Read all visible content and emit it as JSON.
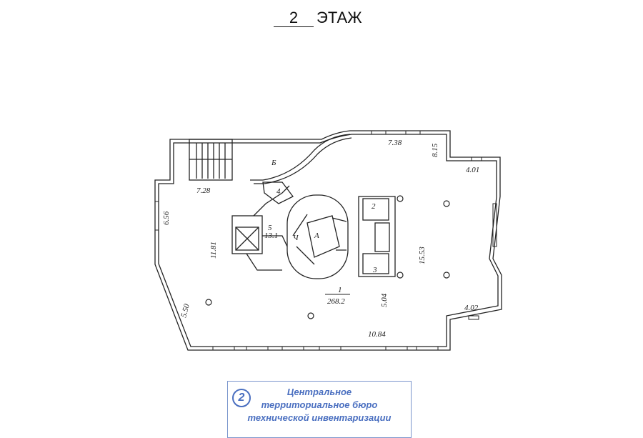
{
  "title": {
    "floor_number": "2",
    "floor_word": "ЭТАЖ"
  },
  "plan": {
    "rooms": [
      {
        "id": "1",
        "area": "268.2"
      },
      {
        "id": "2"
      },
      {
        "id": "3"
      },
      {
        "id": "4"
      },
      {
        "id": "5",
        "area": "13.1"
      },
      {
        "id": "Б"
      },
      {
        "id": "А"
      }
    ],
    "dimensions": [
      "7.28",
      "7.38",
      "8.15",
      "4.01",
      "6.56",
      "11.81",
      "15.53",
      "5.04",
      "4.02",
      "10.84",
      "5.50"
    ],
    "mark": "Ч"
  },
  "stamp": {
    "number": "2",
    "lines": [
      "Центральное",
      "территориальное бюро",
      "технической инвентаризации"
    ],
    "color": "#4a6fc0"
  }
}
